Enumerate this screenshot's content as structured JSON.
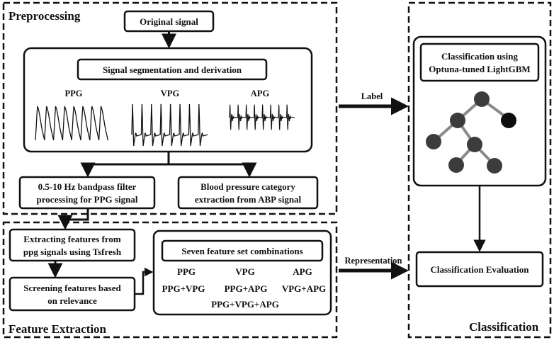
{
  "sections": {
    "preprocessing": "Preprocessing",
    "feature_extraction": "Feature Extraction",
    "classification": "Classification"
  },
  "nodes": {
    "original_signal": "Original signal",
    "segmentation": "Signal segmentation and derivation",
    "bandpass": [
      "0.5-10 Hz bandpass filter",
      "processing for PPG signal"
    ],
    "bp_category": [
      "Blood pressure category",
      "extraction from ABP signal"
    ],
    "extracting": [
      "Extracting features from",
      "ppg signals using Tsfresh"
    ],
    "screening": [
      "Screening features based",
      "on relevance"
    ],
    "combinations_title": "Seven feature set combinations",
    "classification_using": [
      "Classification using",
      "Optuna-tuned LightGBM"
    ],
    "evaluation": "Classification Evaluation"
  },
  "signals": [
    "PPG",
    "VPG",
    "APG"
  ],
  "combinations": [
    "PPG",
    "VPG",
    "APG",
    "PPG+VPG",
    "PPG+APG",
    "VPG+APG",
    "PPG+VPG+APG"
  ],
  "arrow_labels": {
    "label": "Label",
    "representation": "Representation"
  },
  "colors": {
    "tree_node": "#3c3c3c",
    "tree_node_dark": "#0d0d0d",
    "tree_edge": "#8a8a8a",
    "stroke": "#111111"
  }
}
